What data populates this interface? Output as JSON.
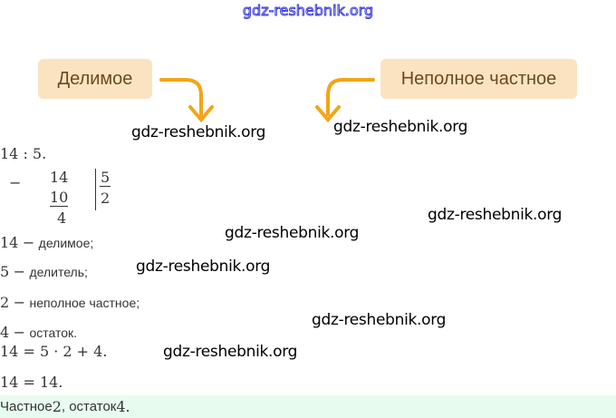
{
  "site_watermark": "gdz-reshebnik.org",
  "labels": {
    "dividend": "Делимое",
    "partial_quotient": "Неполное частное"
  },
  "colors": {
    "accent": "#f2a516",
    "tag_bg": "#fbe3c2",
    "answer_bg": "#e8fbef"
  },
  "problem": "14 : 5.",
  "long_division": {
    "minus": "−",
    "dividend": "14",
    "subtracted": "10",
    "remainder": "4",
    "divisor": "5",
    "quotient": "2"
  },
  "terms": [
    {
      "num": "14",
      "dash": "−",
      "text": "делимое;"
    },
    {
      "num": "5",
      "dash": "−",
      "text": "делитель;"
    },
    {
      "num": "2",
      "dash": "−",
      "text": "неполное частное;"
    },
    {
      "num": "4",
      "dash": "−",
      "text": "остаток."
    }
  ],
  "check": [
    "14 = 5 · 2 + 4.",
    "14 = 14."
  ],
  "answer": {
    "text1": "Частное ",
    "n1": "2",
    "text2": ", остаток ",
    "n2": "4."
  }
}
